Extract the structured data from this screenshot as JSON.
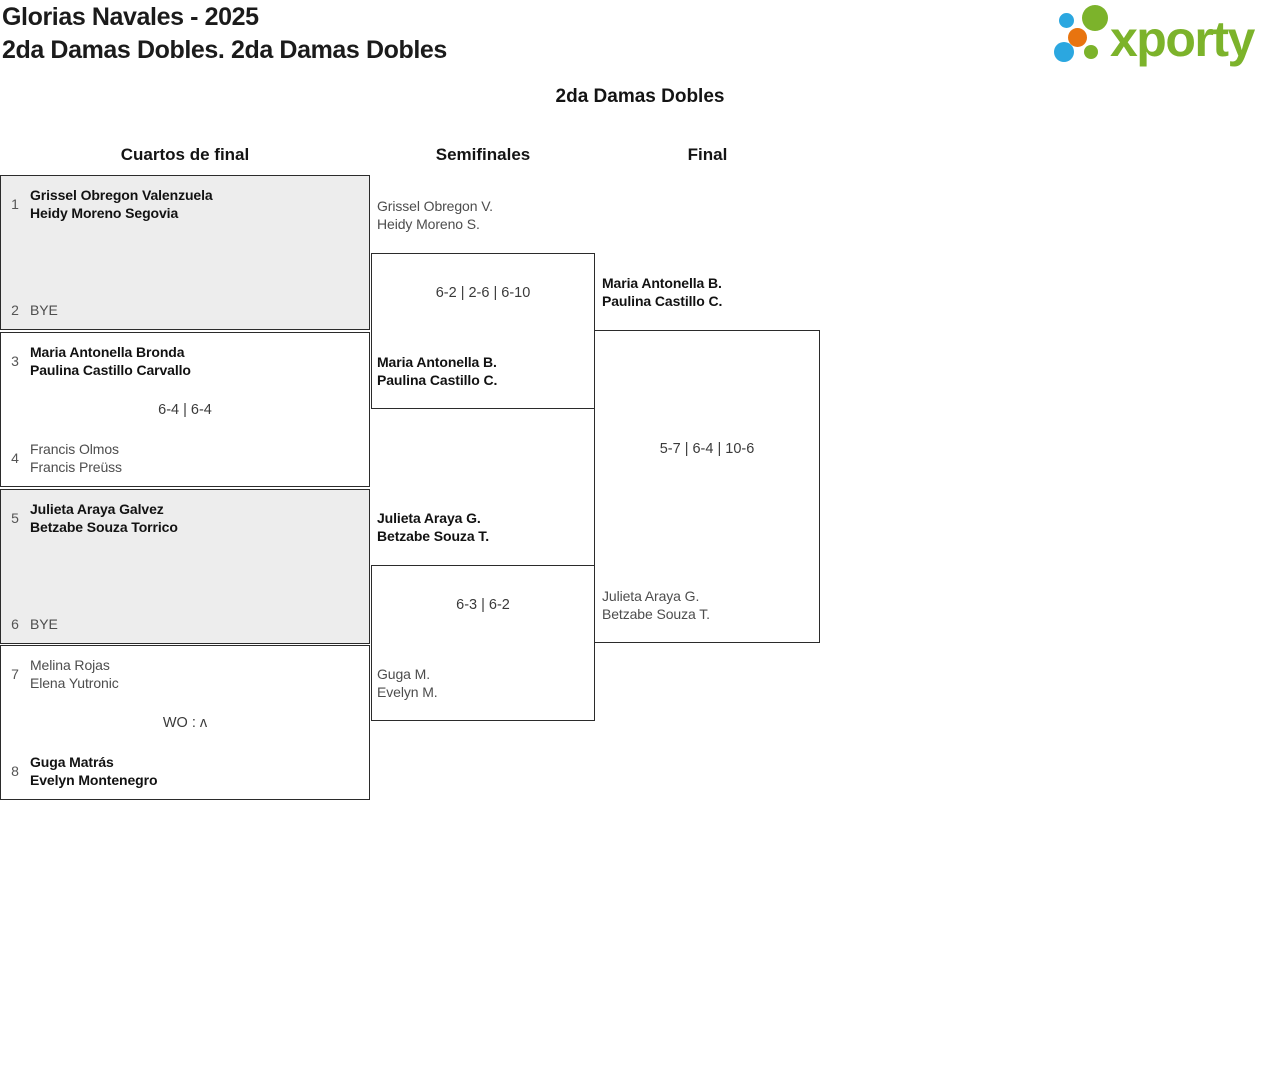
{
  "header": {
    "title_line1": "Glorias Navales - 2025",
    "title_line2": "2da Damas Dobles. 2da Damas Dobles"
  },
  "logo": {
    "text": "xporty",
    "green": "#7cb32b",
    "blue": "#2ba7e0",
    "orange": "#e8740f"
  },
  "bracket": {
    "title": "2da Damas Dobles",
    "round_headers": [
      "Cuartos de final",
      "Semifinales",
      "Final"
    ],
    "quarterfinals": [
      {
        "seed_top": "1",
        "top_line1": "Grissel Obregon Valenzuela",
        "top_line2": "Heidy Moreno Segovia",
        "top_winner": true,
        "score": "",
        "seed_bottom": "2",
        "bottom_line1": "BYE",
        "bottom_line2": "",
        "bottom_winner": false
      },
      {
        "seed_top": "3",
        "top_line1": "Maria Antonella Bronda",
        "top_line2": "Paulina Castillo Carvallo",
        "top_winner": true,
        "score": "6-4 | 6-4",
        "seed_bottom": "4",
        "bottom_line1": "Francis Olmos",
        "bottom_line2": "Francis Preüss",
        "bottom_winner": false
      },
      {
        "seed_top": "5",
        "top_line1": "Julieta Araya Galvez",
        "top_line2": "Betzabe Souza Torrico",
        "top_winner": true,
        "score": "",
        "seed_bottom": "6",
        "bottom_line1": "BYE",
        "bottom_line2": "",
        "bottom_winner": false
      },
      {
        "seed_top": "7",
        "top_line1": "Melina Rojas",
        "top_line2": "Elena Yutronic",
        "top_winner": false,
        "score": "WO : ʌ",
        "seed_bottom": "8",
        "bottom_line1": "Guga Matrás",
        "bottom_line2": "Evelyn Montenegro",
        "bottom_winner": true
      }
    ],
    "semifinals": [
      {
        "top_line1": "Grissel Obregon V.",
        "top_line2": "Heidy Moreno S.",
        "top_winner": false,
        "score": "6-2 | 2-6 | 6-10",
        "bottom_line1": "Maria Antonella B.",
        "bottom_line2": "Paulina Castillo C.",
        "bottom_winner": true
      },
      {
        "top_line1": "Julieta Araya G.",
        "top_line2": "Betzabe Souza T.",
        "top_winner": true,
        "score": "6-3 | 6-2",
        "bottom_line1": "Guga M.",
        "bottom_line2": "Evelyn M.",
        "bottom_winner": false
      }
    ],
    "final": {
      "top_line1": "Maria Antonella B.",
      "top_line2": "Paulina Castillo C.",
      "top_winner": true,
      "score": "5-7 | 6-4 | 10-6",
      "bottom_line1": "Julieta Araya G.",
      "bottom_line2": "Betzabe Souza T.",
      "bottom_winner": false
    }
  }
}
